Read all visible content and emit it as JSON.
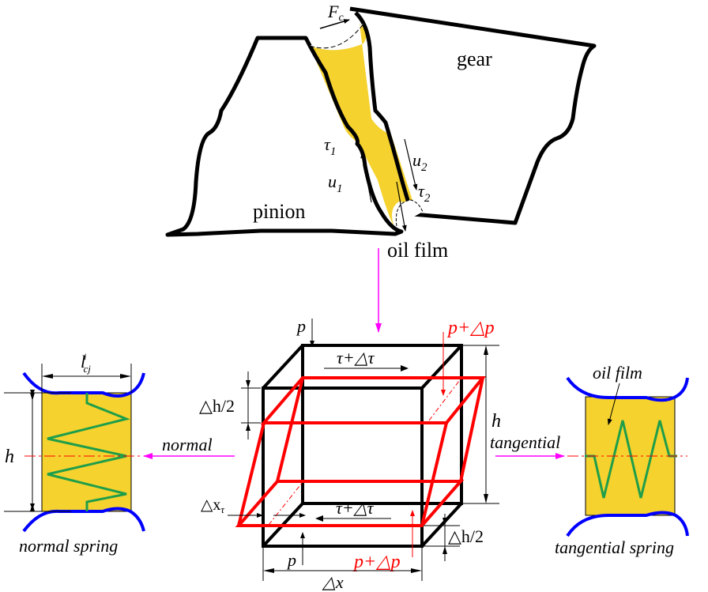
{
  "colors": {
    "oil": "#f5d22e",
    "outline": "#000000",
    "red": "#ff0000",
    "magenta": "#ff00ff",
    "blue": "#0000ff",
    "green": "#1f9e4a"
  },
  "gear_section": {
    "force_label": "F",
    "force_sub": "c",
    "gear_label": "gear",
    "pinion_label": "pinion",
    "oil_film_label": "oil film",
    "tau1": "τ",
    "tau1_sub": "1",
    "u1": "u",
    "u1_sub": "1",
    "u2": "u",
    "u2_sub": "2",
    "tau2": "τ",
    "tau2_sub": "2"
  },
  "normal_spring": {
    "width_label": "l",
    "width_sup": "i",
    "width_sub": "cj",
    "height_label": "h",
    "direction_label": "normal",
    "caption": "normal spring"
  },
  "element": {
    "p_top": "p",
    "p_bottom": "p",
    "p_dp_top": "p+△p",
    "p_dp_bottom": "p+△p",
    "tau_top": "τ+△τ",
    "tau_bottom": "τ+△τ",
    "dh_half_left": "△h/2",
    "dh_half_right": "△h/2",
    "h_label": "h",
    "dx_tau": "△x",
    "dx_tau_sub": "τ",
    "dx": "△x"
  },
  "tangential_spring": {
    "oil_film_label": "oil film",
    "direction_label": "tangential",
    "caption": "tangential spring"
  }
}
